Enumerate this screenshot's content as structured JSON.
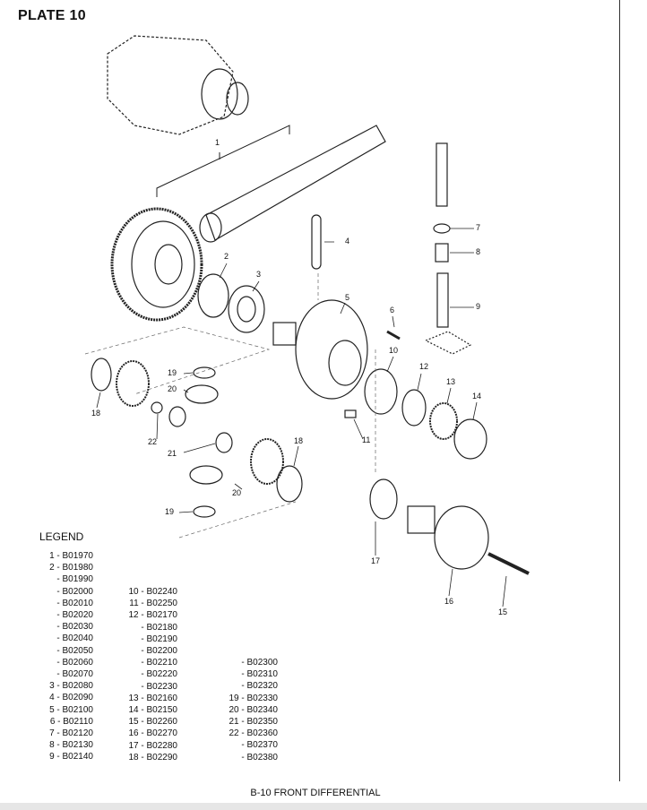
{
  "title": "PLATE 10",
  "caption": "B-10 FRONT DIFFERENTIAL",
  "diagram": {
    "callouts": [
      "1",
      "2",
      "3",
      "4",
      "5",
      "6",
      "7",
      "8",
      "9",
      "10",
      "11",
      "12",
      "13",
      "14",
      "15",
      "16",
      "17",
      "18",
      "18",
      "19",
      "19",
      "20",
      "20",
      "21",
      "22"
    ]
  },
  "legend": {
    "heading": "LEGEND",
    "col1": [
      "1 - B01970",
      "2 - B01980",
      "- B01990",
      "- B02000",
      "- B02010",
      "- B02020",
      "- B02030",
      "- B02040",
      "- B02050",
      "- B02060",
      "- B02070",
      "3 - B02080",
      "4 - B02090",
      "5 - B02100",
      "6 - B02110",
      "7 - B02120",
      "8 - B02130",
      "9 - B02140"
    ],
    "col2": [
      "10 - B02240",
      "11 - B02250",
      "12 - B02170",
      "- B02180",
      "- B02190",
      "- B02200",
      "- B02210",
      "- B02220",
      "- B02230",
      "13 - B02160",
      "14 - B02150",
      "15 - B02260",
      "16 - B02270",
      "17 - B02280",
      "18 - B02290"
    ],
    "col3": [
      "- B02300",
      "- B02310",
      "- B02320",
      "19 - B02330",
      "20 - B02340",
      "21 - B02350",
      "22 - B02360",
      "- B02370",
      "- B02380"
    ]
  }
}
